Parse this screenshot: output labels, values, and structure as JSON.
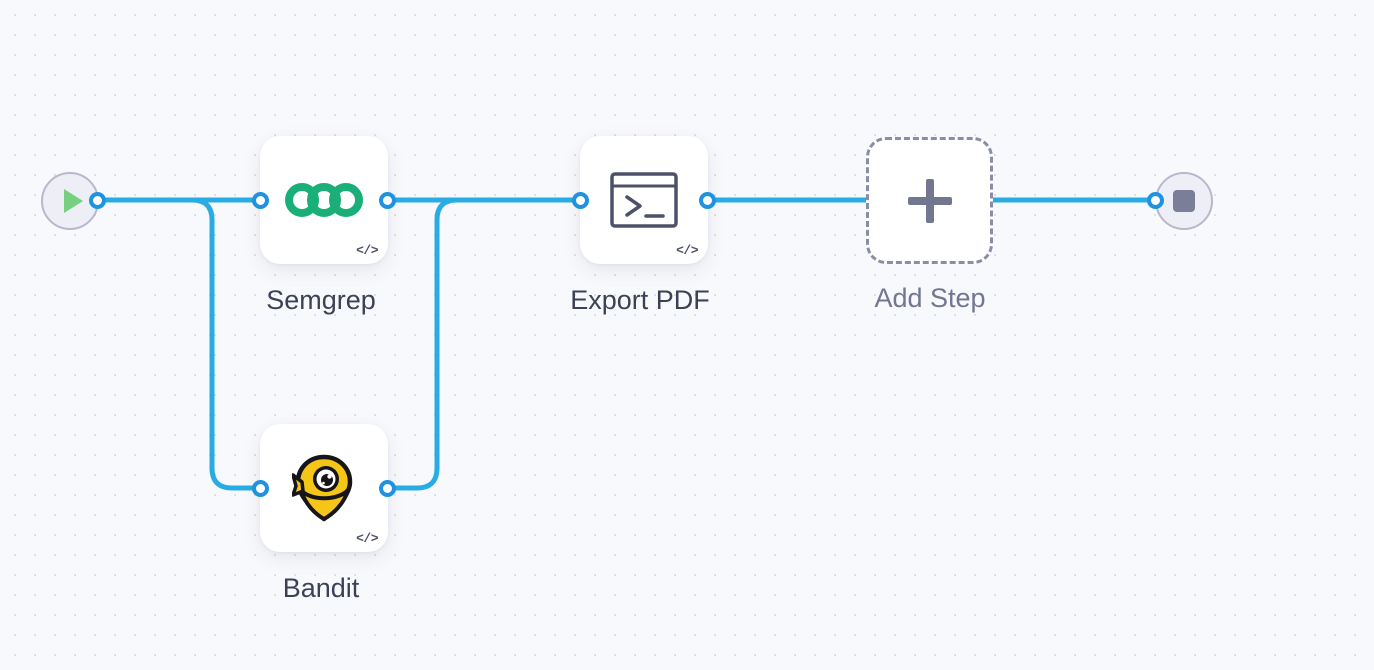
{
  "canvas": {
    "background_color": "#f8f9fc",
    "grid_dot_color": "#dcdfe8",
    "edge_color": "#29ace4",
    "handle_color": "#1f93e0"
  },
  "terminals": {
    "start": {
      "name": "start",
      "icon": "play-icon",
      "icon_color": "#77d07f",
      "fill": "#eeeef6",
      "border": "#b8b8cc"
    },
    "end": {
      "name": "end",
      "icon": "stop-icon",
      "icon_color": "#7b7e99",
      "fill": "#eeeef6",
      "border": "#b8b8cc"
    }
  },
  "nodes": [
    {
      "id": "semgrep",
      "label": "Semgrep",
      "icon": "semgrep-logo-icon",
      "icon_color": "#1aaf79",
      "badge": "</>"
    },
    {
      "id": "export-pdf",
      "label": "Export PDF",
      "icon": "terminal-icon",
      "icon_color": "#4c5168",
      "badge": "</>"
    },
    {
      "id": "bandit",
      "label": "Bandit",
      "icon": "bandit-logo-icon",
      "icon_color": "#f5c518",
      "badge": "</>"
    }
  ],
  "add_step": {
    "label": "Add Step",
    "icon": "plus-icon",
    "icon_color": "#72768f"
  },
  "edges": [
    {
      "id": "start-to-semgrep",
      "from": "start",
      "to": "semgrep"
    },
    {
      "id": "start-to-bandit",
      "from": "start",
      "to": "bandit"
    },
    {
      "id": "semgrep-to-export",
      "from": "semgrep",
      "to": "export-pdf"
    },
    {
      "id": "bandit-to-export",
      "from": "bandit",
      "to": "export-pdf"
    },
    {
      "id": "export-to-add-step",
      "from": "export-pdf",
      "to": "add-step"
    },
    {
      "id": "add-step-to-end",
      "from": "add-step",
      "to": "end"
    }
  ]
}
